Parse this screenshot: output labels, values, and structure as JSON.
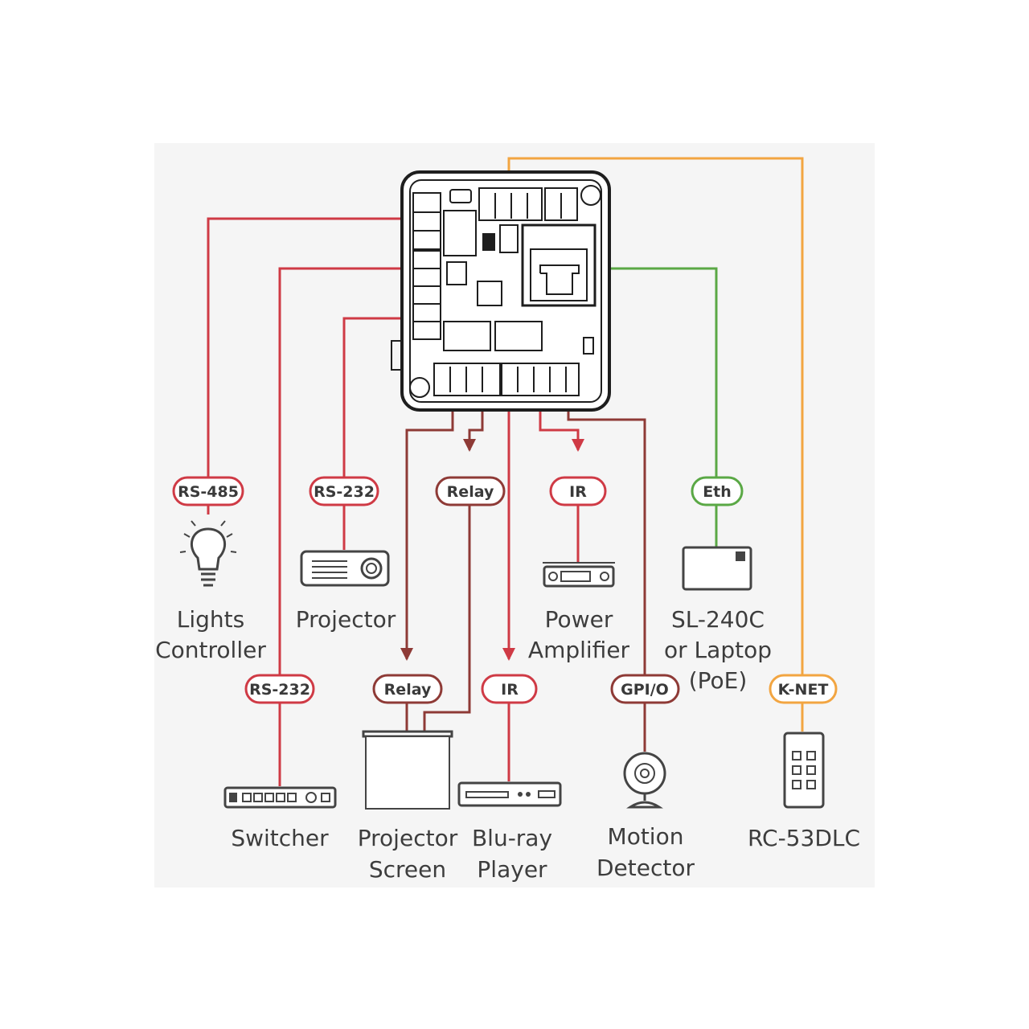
{
  "colors": {
    "red": "#cf3a45",
    "dark_red": "#8e3a36",
    "green": "#5aa845",
    "orange": "#f2a541",
    "text": "#3d3d3d",
    "panel": "#f5f5f5"
  },
  "controller": {
    "icon": "control-board-icon"
  },
  "connections": [
    {
      "id": "rs485",
      "pill": "RS-485",
      "device_icon": "light-bulb-icon",
      "label_lines": [
        "Lights",
        "Controller"
      ]
    },
    {
      "id": "rs232-projector",
      "pill": "RS-232",
      "device_icon": "projector-icon",
      "label_lines": [
        "Projector"
      ]
    },
    {
      "id": "relay-top",
      "pill": "Relay"
    },
    {
      "id": "ir-amp",
      "pill": "IR",
      "device_icon": "power-amplifier-icon",
      "label_lines": [
        "Power",
        "Amplifier"
      ]
    },
    {
      "id": "eth",
      "pill": "Eth",
      "device_icon": "sl-240c-icon",
      "label_lines": [
        "SL-240C",
        "or Laptop",
        "(PoE)"
      ]
    },
    {
      "id": "rs232-switcher",
      "pill": "RS-232",
      "device_icon": "switcher-icon",
      "label_lines": [
        "Switcher"
      ]
    },
    {
      "id": "relay-bottom",
      "pill": "Relay",
      "device_icon": "projector-screen-icon",
      "label_lines": [
        "Projector",
        "Screen"
      ]
    },
    {
      "id": "ir-bluray",
      "pill": "IR",
      "device_icon": "bluray-player-icon",
      "label_lines": [
        "Blu-ray",
        "Player"
      ]
    },
    {
      "id": "gpio",
      "pill": "GPI/O",
      "device_icon": "motion-detector-icon",
      "label_lines": [
        "Motion",
        "Detector"
      ]
    },
    {
      "id": "knet",
      "pill": "K-NET",
      "device_icon": "keypad-icon",
      "label_lines": [
        "RC-53DLC"
      ]
    }
  ]
}
